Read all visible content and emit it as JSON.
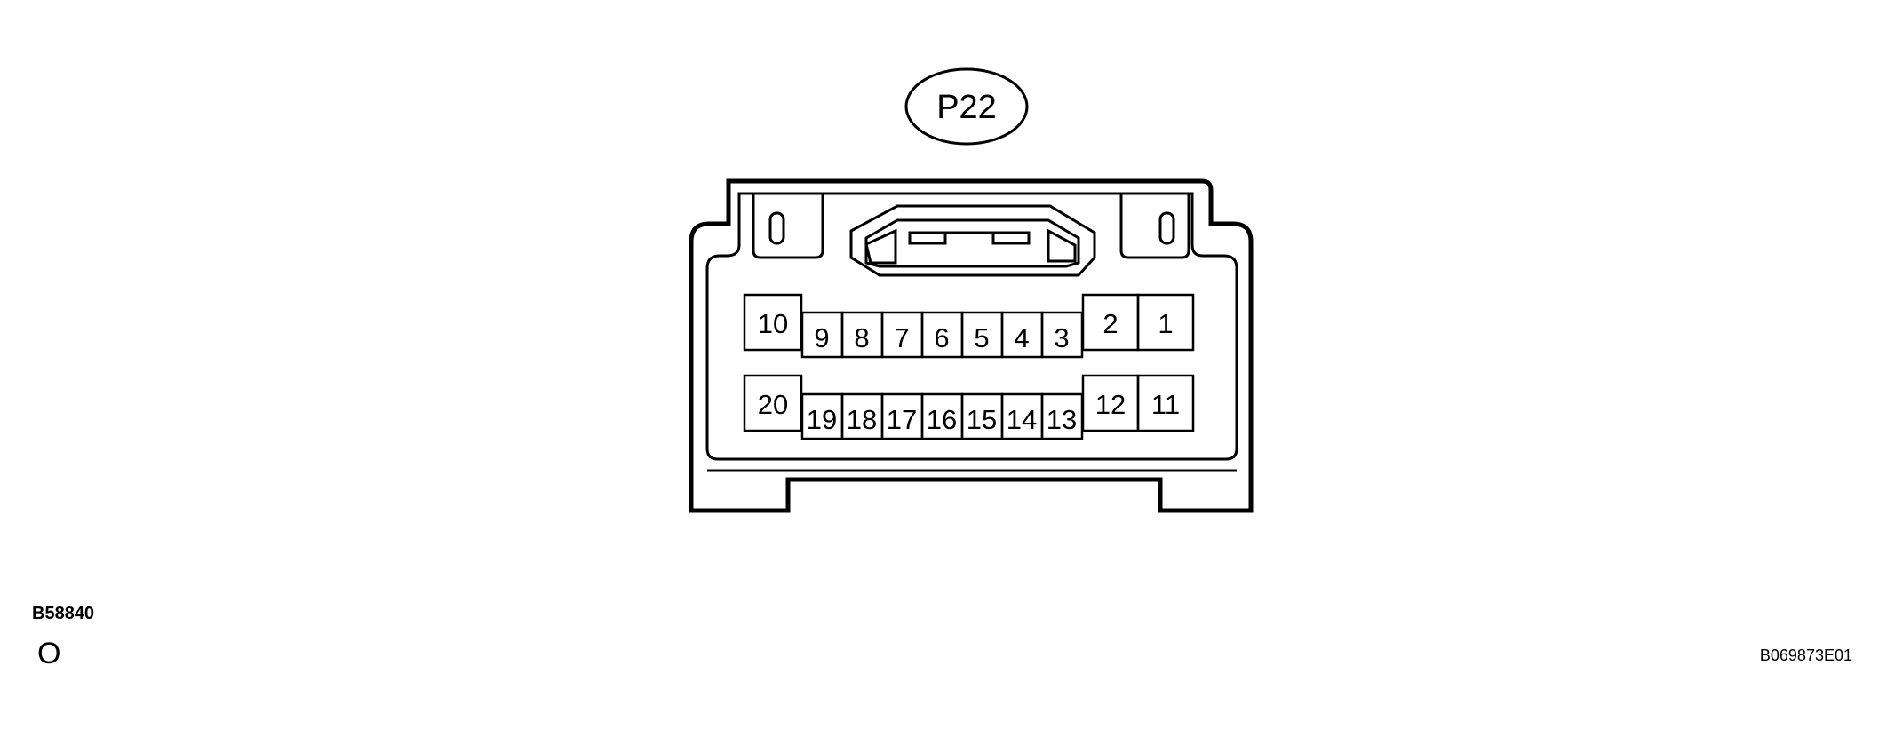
{
  "connector": {
    "label": "P22",
    "pins_top_row": [
      {
        "id": "10",
        "label": "10"
      },
      {
        "id": "9",
        "label": "9"
      },
      {
        "id": "8",
        "label": "8"
      },
      {
        "id": "7",
        "label": "7"
      },
      {
        "id": "6",
        "label": "6"
      },
      {
        "id": "5",
        "label": "5"
      },
      {
        "id": "4",
        "label": "4"
      },
      {
        "id": "3",
        "label": "3"
      },
      {
        "id": "2",
        "label": "2"
      },
      {
        "id": "1",
        "label": "1"
      }
    ],
    "pins_bottom_row": [
      {
        "id": "20",
        "label": "20"
      },
      {
        "id": "19",
        "label": "19"
      },
      {
        "id": "18",
        "label": "18"
      },
      {
        "id": "17",
        "label": "17"
      },
      {
        "id": "16",
        "label": "16"
      },
      {
        "id": "15",
        "label": "15"
      },
      {
        "id": "14",
        "label": "14"
      },
      {
        "id": "13",
        "label": "13"
      },
      {
        "id": "12",
        "label": "12"
      },
      {
        "id": "11",
        "label": "11"
      }
    ]
  },
  "footer": {
    "part_code": "B58840",
    "mark": "O",
    "figure_id": "B069873E01"
  },
  "colors": {
    "line": "#000000",
    "background": "#ffffff"
  }
}
